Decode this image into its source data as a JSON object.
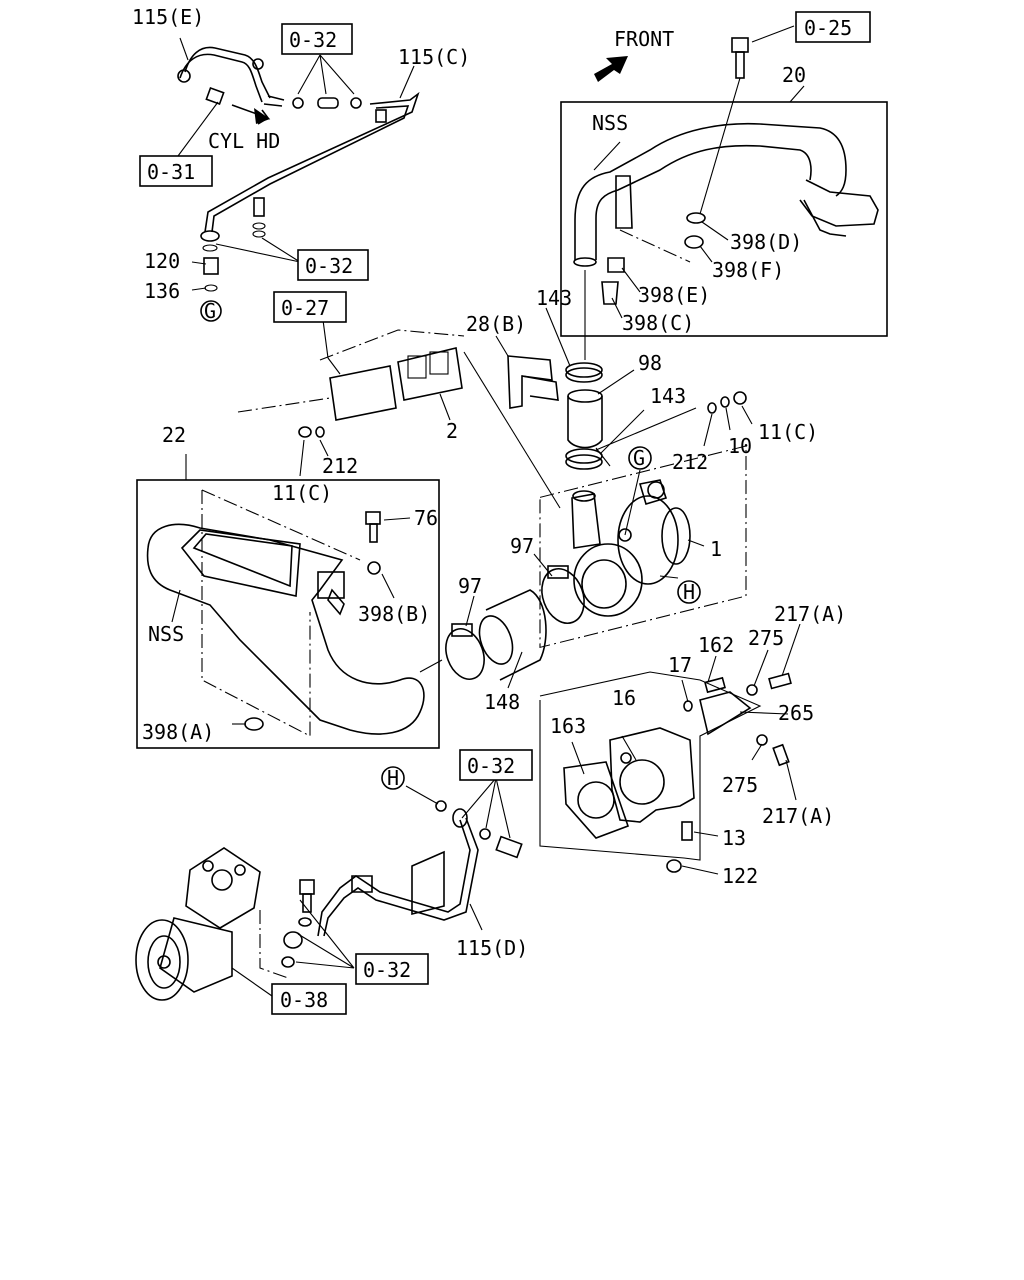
{
  "orientation": {
    "front": "FRONT",
    "cyl_hd": "CYL HD"
  },
  "refs": {
    "r_0_32_a": "0-32",
    "r_0_32_b": "0-32",
    "r_0_32_c": "0-32",
    "r_0_32_d": "0-32",
    "r_0_25": "0-25",
    "r_0_31": "0-31",
    "r_0_27": "0-27",
    "r_0_38": "0-38"
  },
  "callouts": {
    "g_top": "G",
    "g_turbo": "G",
    "h_turbo": "H",
    "h_pipe": "H"
  },
  "parts": {
    "p115e": "115(E)",
    "p115c": "115(C)",
    "p115d": "115(D)",
    "p20": "20",
    "p_nss_top": "NSS",
    "p_nss_left": "NSS",
    "p398d": "398(D)",
    "p398f": "398(F)",
    "p398e": "398(E)",
    "p398c": "398(C)",
    "p398b": "398(B)",
    "p398a": "398(A)",
    "p120": "120",
    "p136": "136",
    "p143a": "143",
    "p143b": "143",
    "p28b": "28(B)",
    "p98": "98",
    "p2": "2",
    "p212a": "212",
    "p212b": "212",
    "p11ca": "11(C)",
    "p11cb": "11(C)",
    "p10": "10",
    "p22": "22",
    "p76": "76",
    "p1": "1",
    "p97a": "97",
    "p97b": "97",
    "p148": "148",
    "p217aa": "217(A)",
    "p217ab": "217(A)",
    "p162": "162",
    "p275a": "275",
    "p275b": "275",
    "p17": "17",
    "p16": "16",
    "p163": "163",
    "p265": "265",
    "p13": "13",
    "p122": "122"
  }
}
